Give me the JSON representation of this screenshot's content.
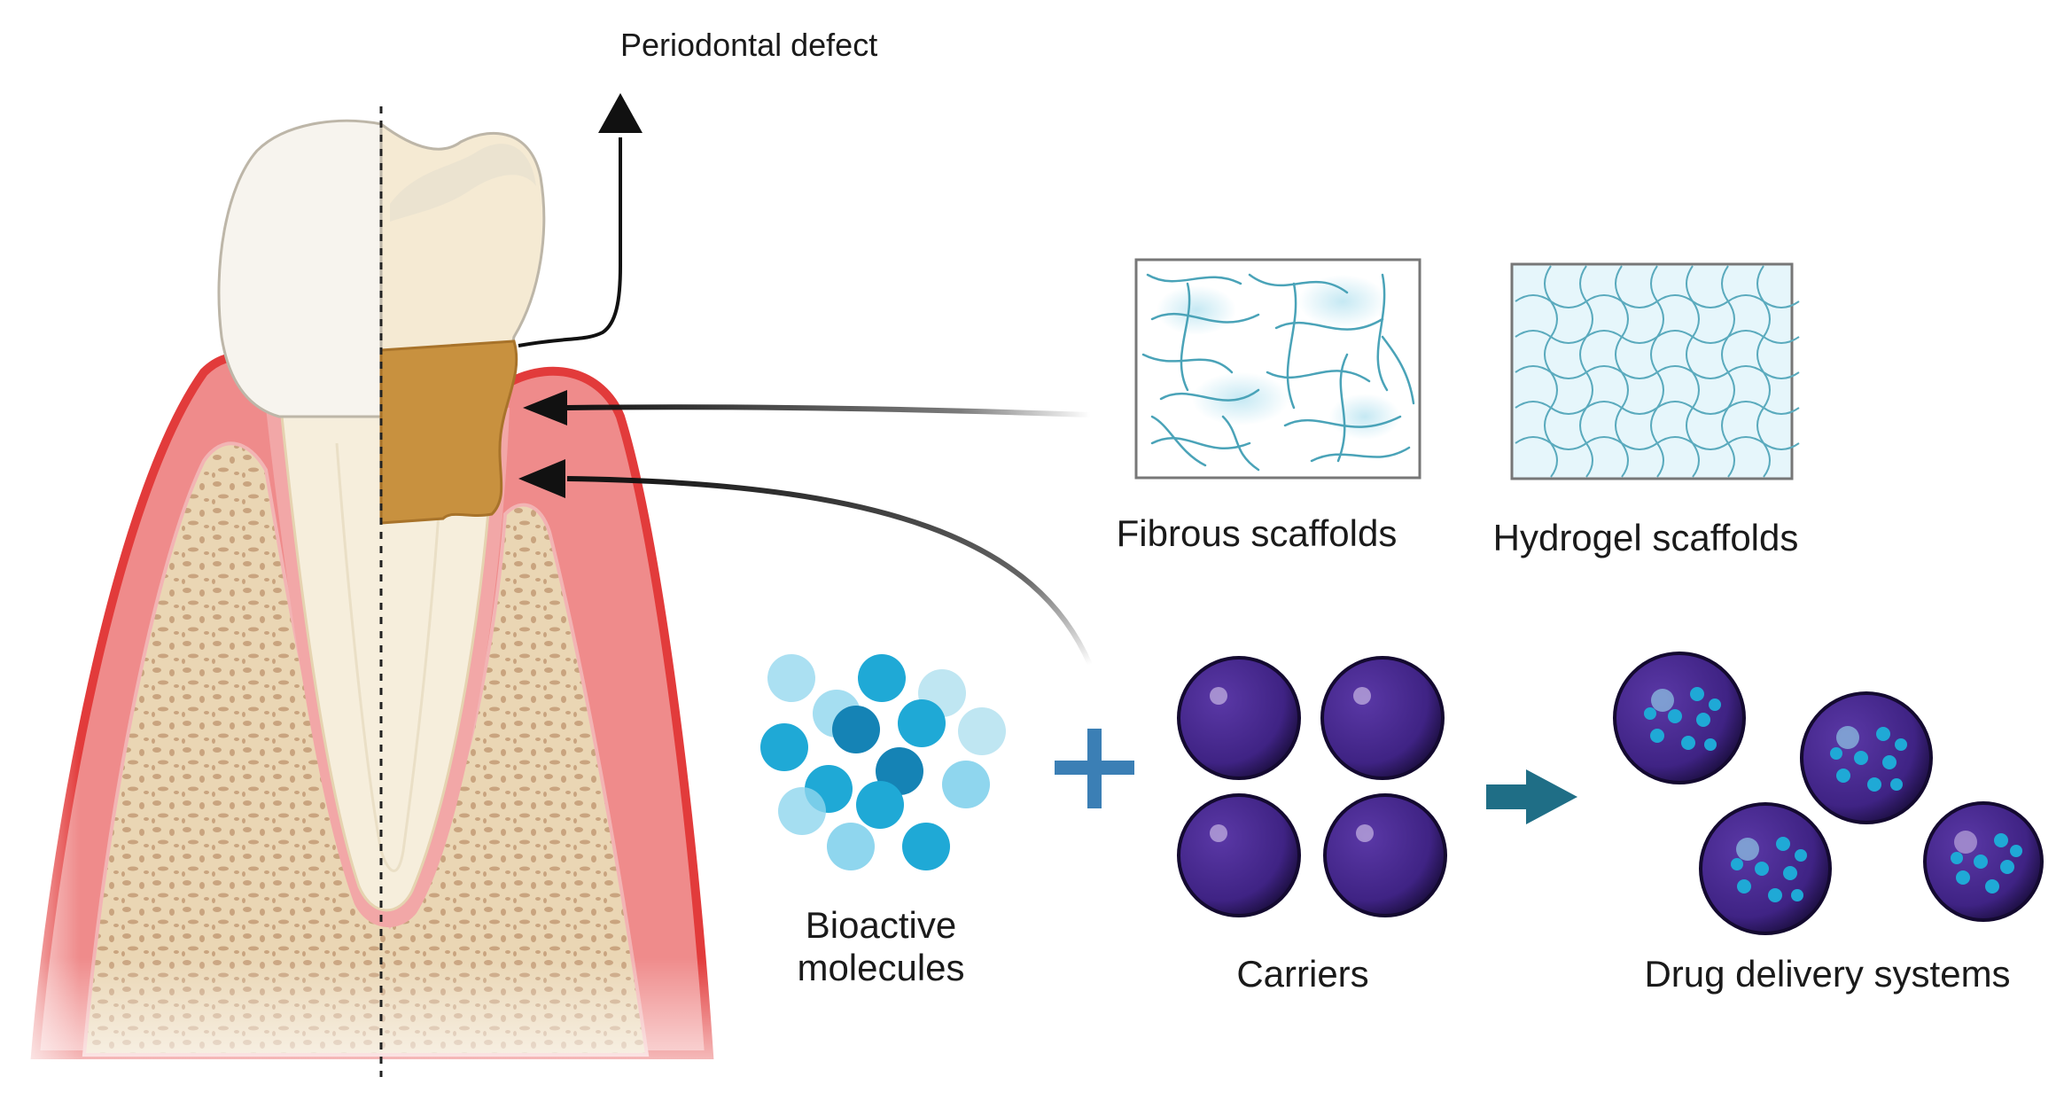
{
  "labels": {
    "periodontal_defect": "Periodontal defect",
    "fibrous_scaffolds": "Fibrous scaffolds",
    "hydrogel_scaffolds": "Hydrogel scaffolds",
    "bioactive_molecules_line1": "Bioactive",
    "bioactive_molecules_line2": "molecules",
    "carriers": "Carriers",
    "drug_delivery_systems": "Drug delivery systems"
  },
  "colors": {
    "gum": "#ef8b8b",
    "gum_edge": "#e23b3b",
    "bone": "#ead6b4",
    "bone_pores": "#c9a47f",
    "enamel": "#f7f4ee",
    "dentin": "#f6eedc",
    "defect": "#c8913f",
    "fiber": "#4aa3b8",
    "hydrogel_fill": "#e6f6fb",
    "molecule": "#1fa9d6",
    "carrier": "#4b2a8f",
    "arrow_teal": "#1f6e86",
    "plus": "#3b7fb5"
  },
  "icons": {
    "plus": "plus-icon",
    "right_arrow": "arrow-right-icon"
  }
}
